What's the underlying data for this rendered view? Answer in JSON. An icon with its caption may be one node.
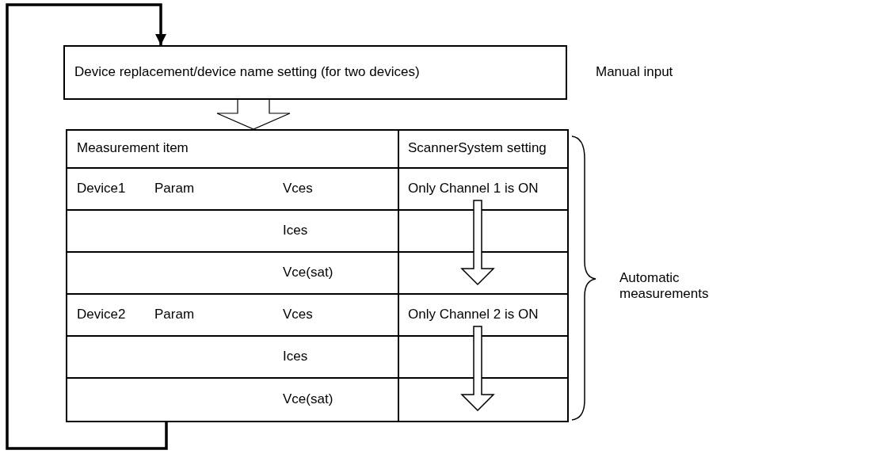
{
  "diagram": {
    "nodes": [
      {
        "text": [
          "Device replacement/device name setting (for two devices)"
        ],
        "beside": [
          "Manual input"
        ]
      },
      {
        "text": [],
        "shape": "box",
        "beside": [
          "Automatic measurements"
        ]
      }
    ],
    "edges": [
      {
        "from": 0,
        "to": 1,
        "arrow": "to"
      },
      {
        "from": 1,
        "to": 0,
        "arrow": "to"
      }
    ],
    "labels": [
      "Measurement item",
      "ScannerSystem setting",
      "Device1",
      "Param",
      "Vces",
      "Only Channel 1 is ON",
      "Ices",
      "Vce(sat)",
      "Device2",
      "Param",
      "Vces",
      "Only Channel 2 is ON",
      "Ices",
      "Vce(sat)"
    ]
  }
}
